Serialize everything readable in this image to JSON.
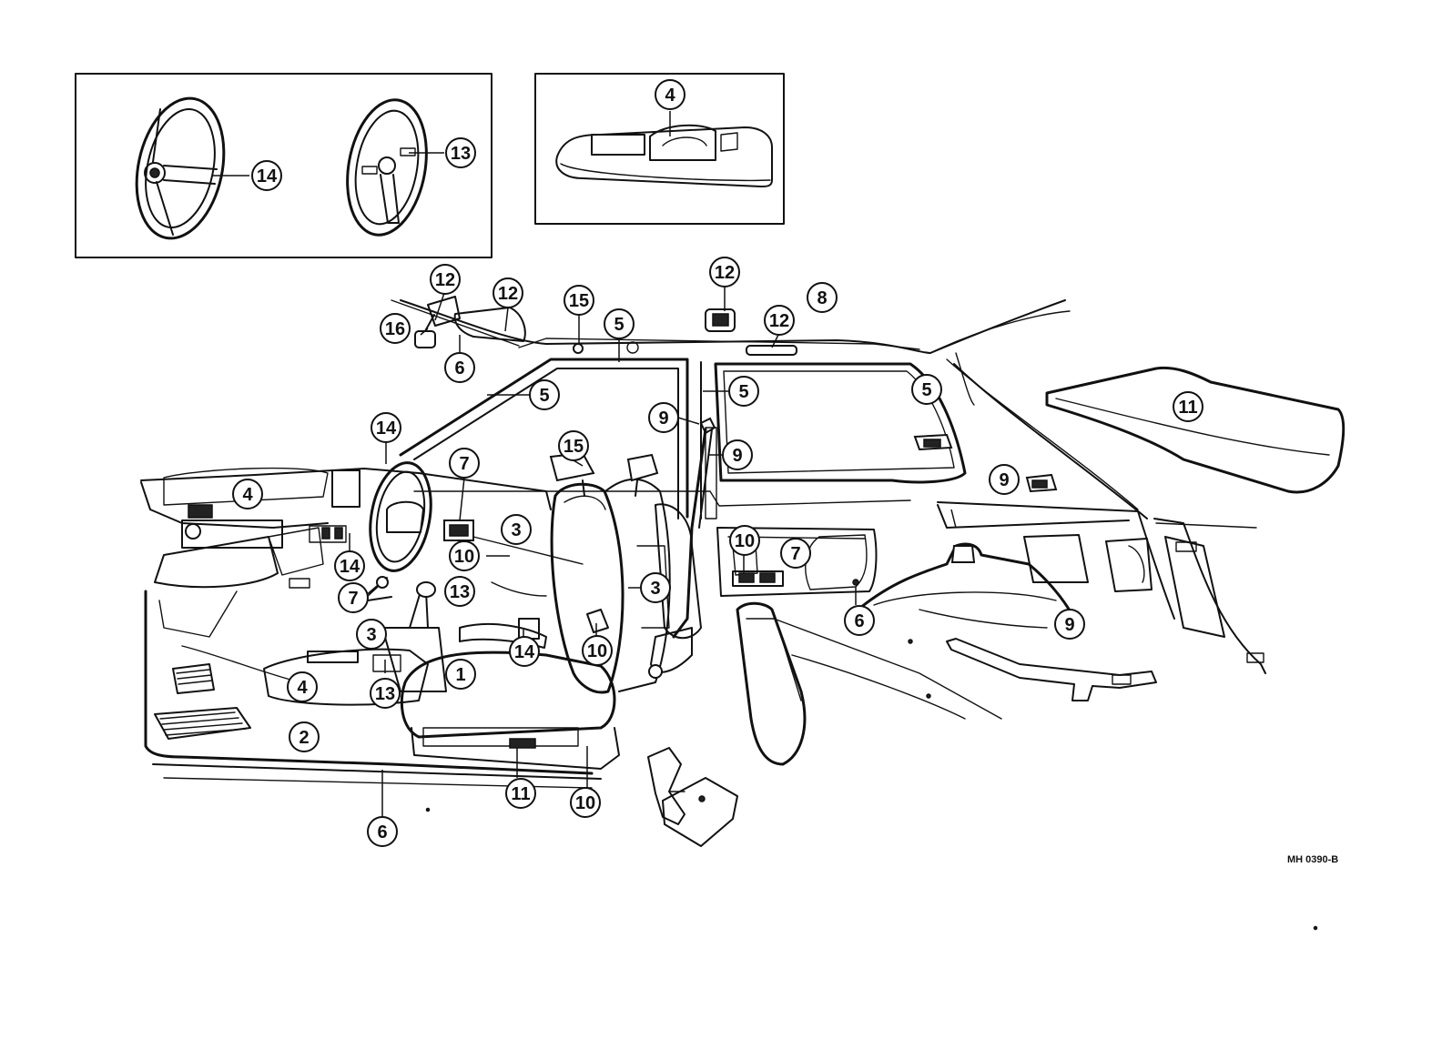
{
  "diagram_code": "MH 0390-B",
  "callouts": [
    {
      "n": "14"
    },
    {
      "n": "13"
    },
    {
      "n": "4"
    },
    {
      "n": "12"
    },
    {
      "n": "12"
    },
    {
      "n": "16"
    },
    {
      "n": "6"
    },
    {
      "n": "15"
    },
    {
      "n": "5"
    },
    {
      "n": "12"
    },
    {
      "n": "12"
    },
    {
      "n": "8"
    },
    {
      "n": "5"
    },
    {
      "n": "5"
    },
    {
      "n": "5"
    },
    {
      "n": "11"
    },
    {
      "n": "14"
    },
    {
      "n": "9"
    },
    {
      "n": "9"
    },
    {
      "n": "15"
    },
    {
      "n": "7"
    },
    {
      "n": "4"
    },
    {
      "n": "3"
    },
    {
      "n": "9"
    },
    {
      "n": "10"
    },
    {
      "n": "10"
    },
    {
      "n": "7"
    },
    {
      "n": "14"
    },
    {
      "n": "13"
    },
    {
      "n": "3"
    },
    {
      "n": "7"
    },
    {
      "n": "6"
    },
    {
      "n": "9"
    },
    {
      "n": "3"
    },
    {
      "n": "10"
    },
    {
      "n": "14"
    },
    {
      "n": "1"
    },
    {
      "n": "4"
    },
    {
      "n": "13"
    },
    {
      "n": "2"
    },
    {
      "n": "11"
    },
    {
      "n": "10"
    },
    {
      "n": "6"
    }
  ]
}
